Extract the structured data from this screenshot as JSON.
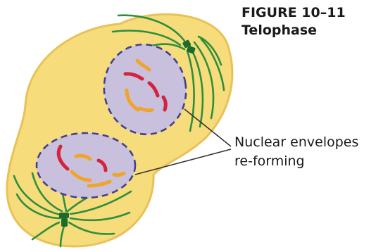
{
  "figure": {
    "number": "FIGURE 10–11",
    "title": "Telophase"
  },
  "label": {
    "line1": "Nuclear envelopes",
    "line2": "re-forming"
  },
  "colors": {
    "cytoplasm": "#f7dc7c",
    "cytoplasm_edge": "#e9c257",
    "nucleus": "#c9c0dd",
    "envelope": "#44418a",
    "spindle": "#2d8f3c",
    "centriole": "#1d6b2a",
    "chromosome_red": "#d2233f",
    "chromosome_orange": "#f0a52a",
    "label_line": "#333333"
  }
}
